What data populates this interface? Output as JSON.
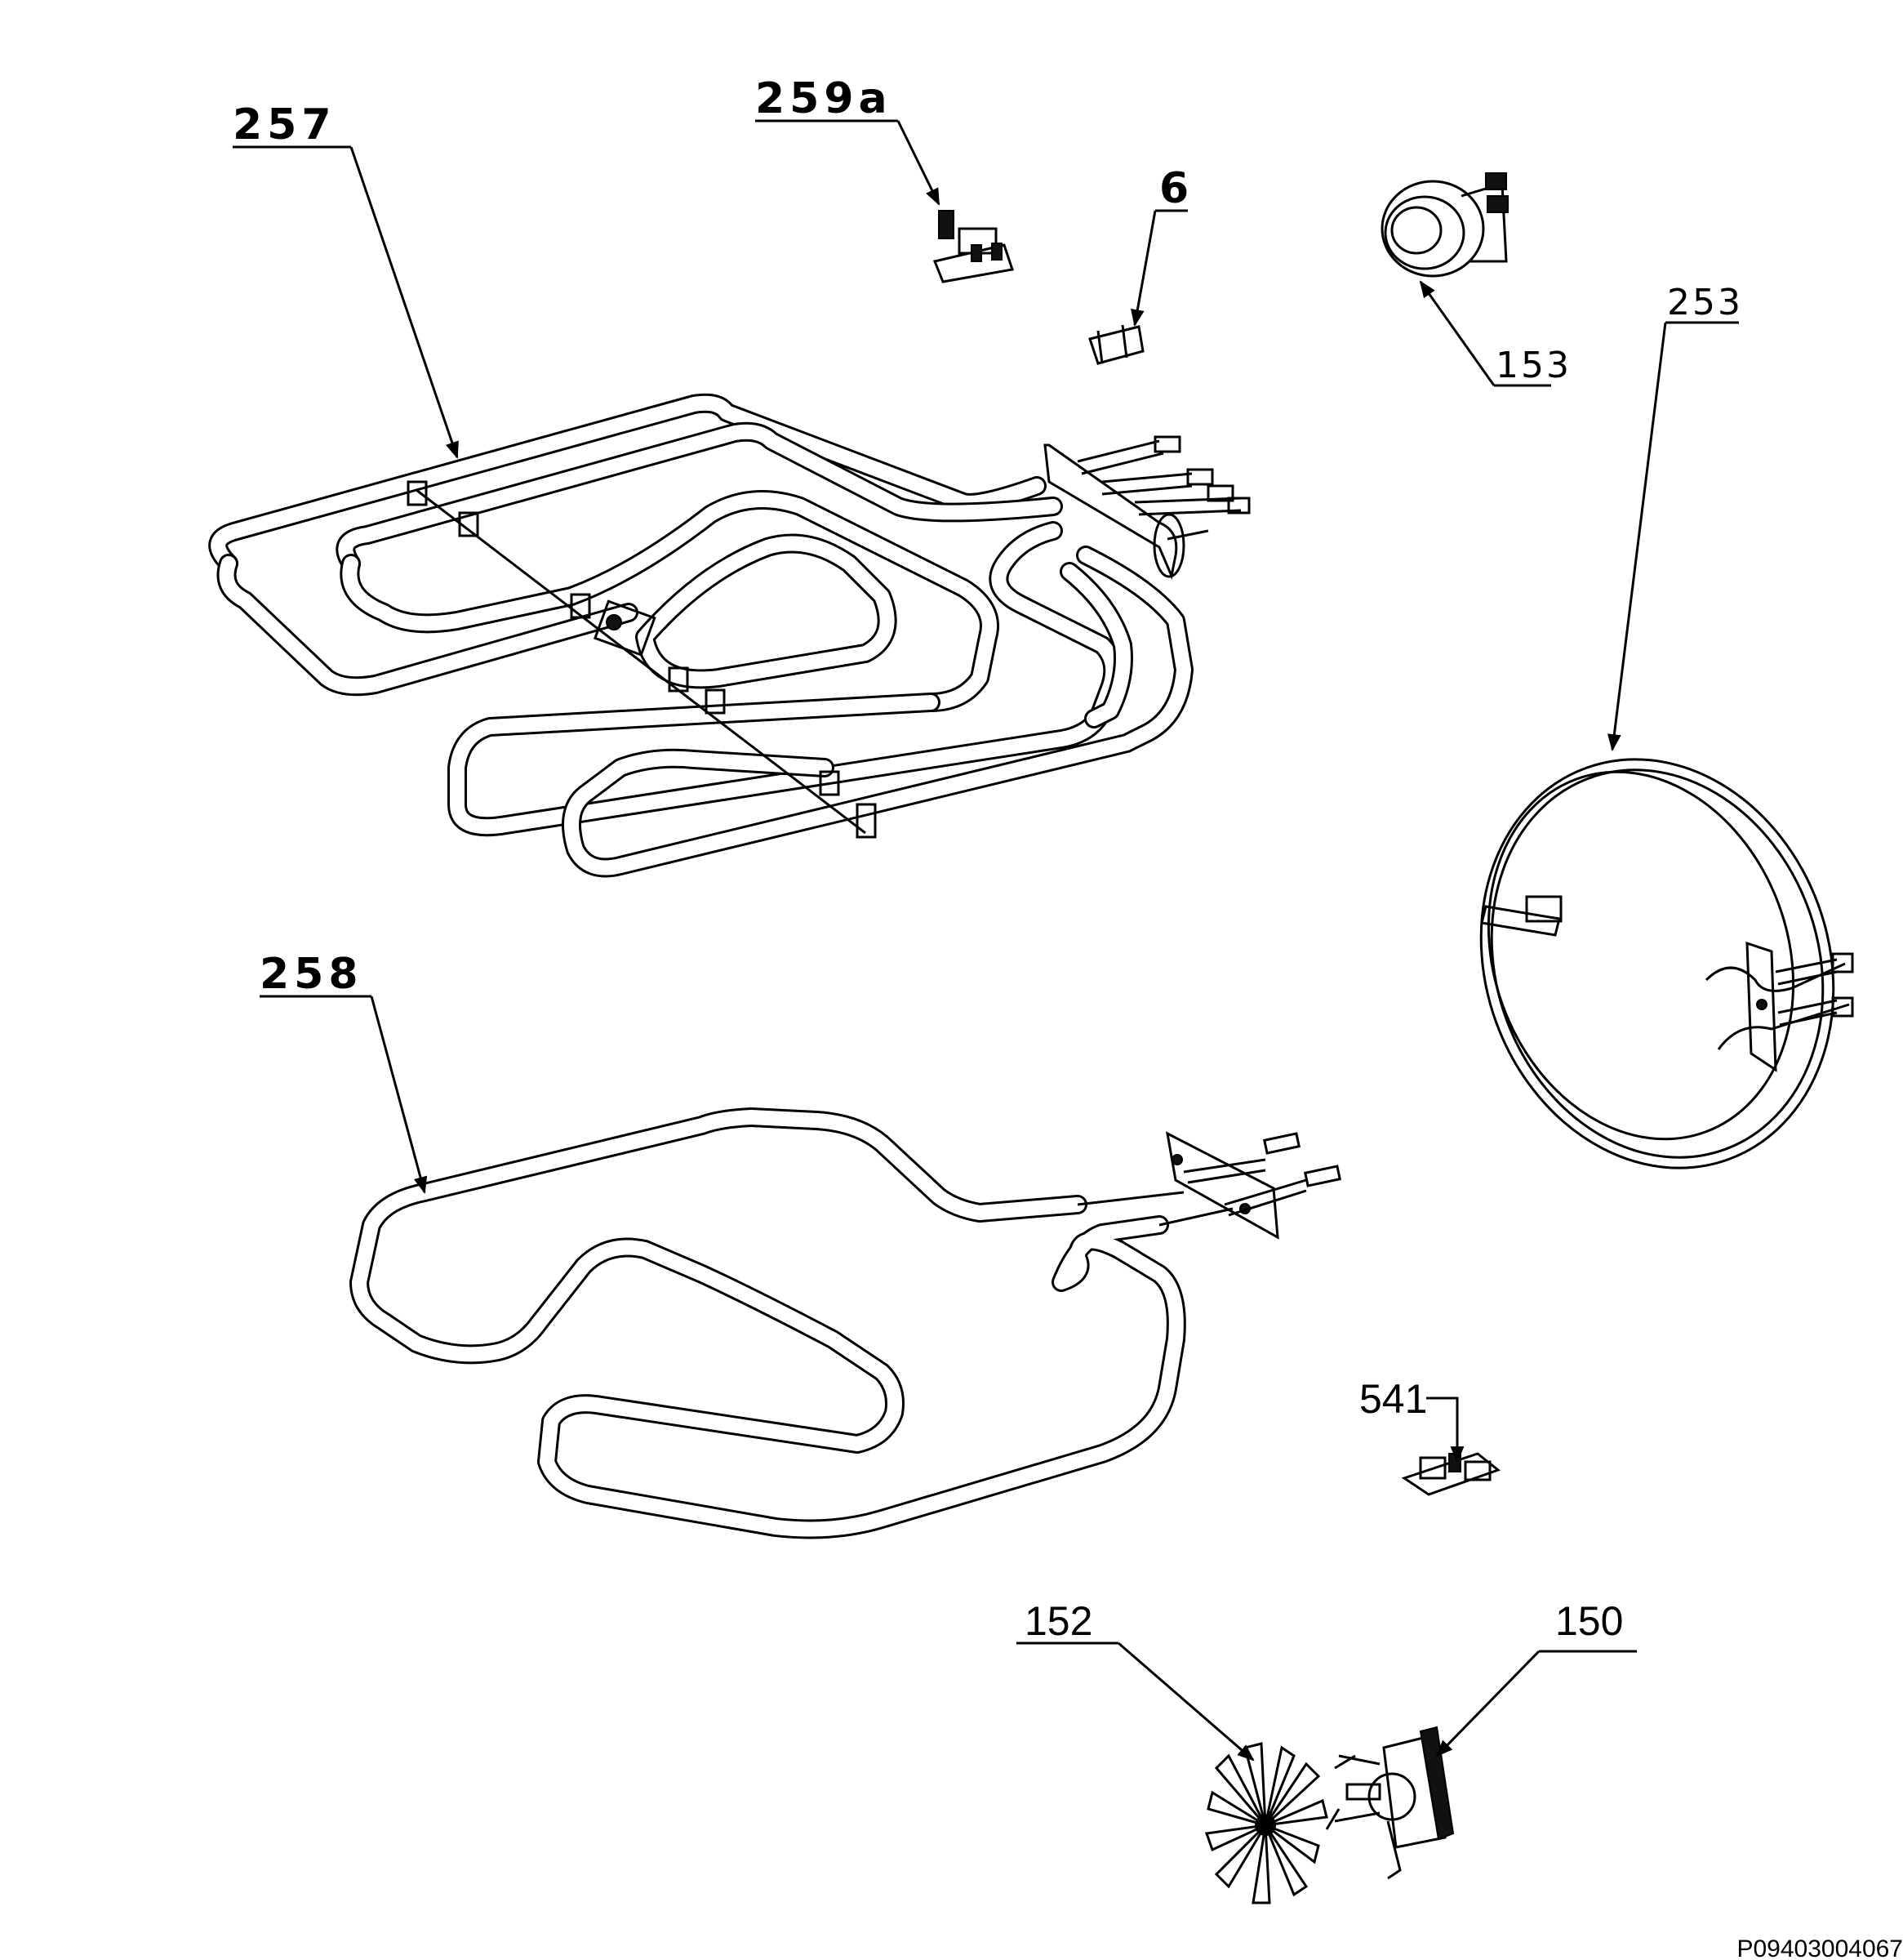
{
  "labels": {
    "p257": "257",
    "p259a": "259a",
    "p6": "6",
    "p153": "153",
    "p253": "253",
    "p258": "258",
    "p541": "541",
    "p152": "152",
    "p150": "150"
  },
  "document_number": "P09403004067"
}
